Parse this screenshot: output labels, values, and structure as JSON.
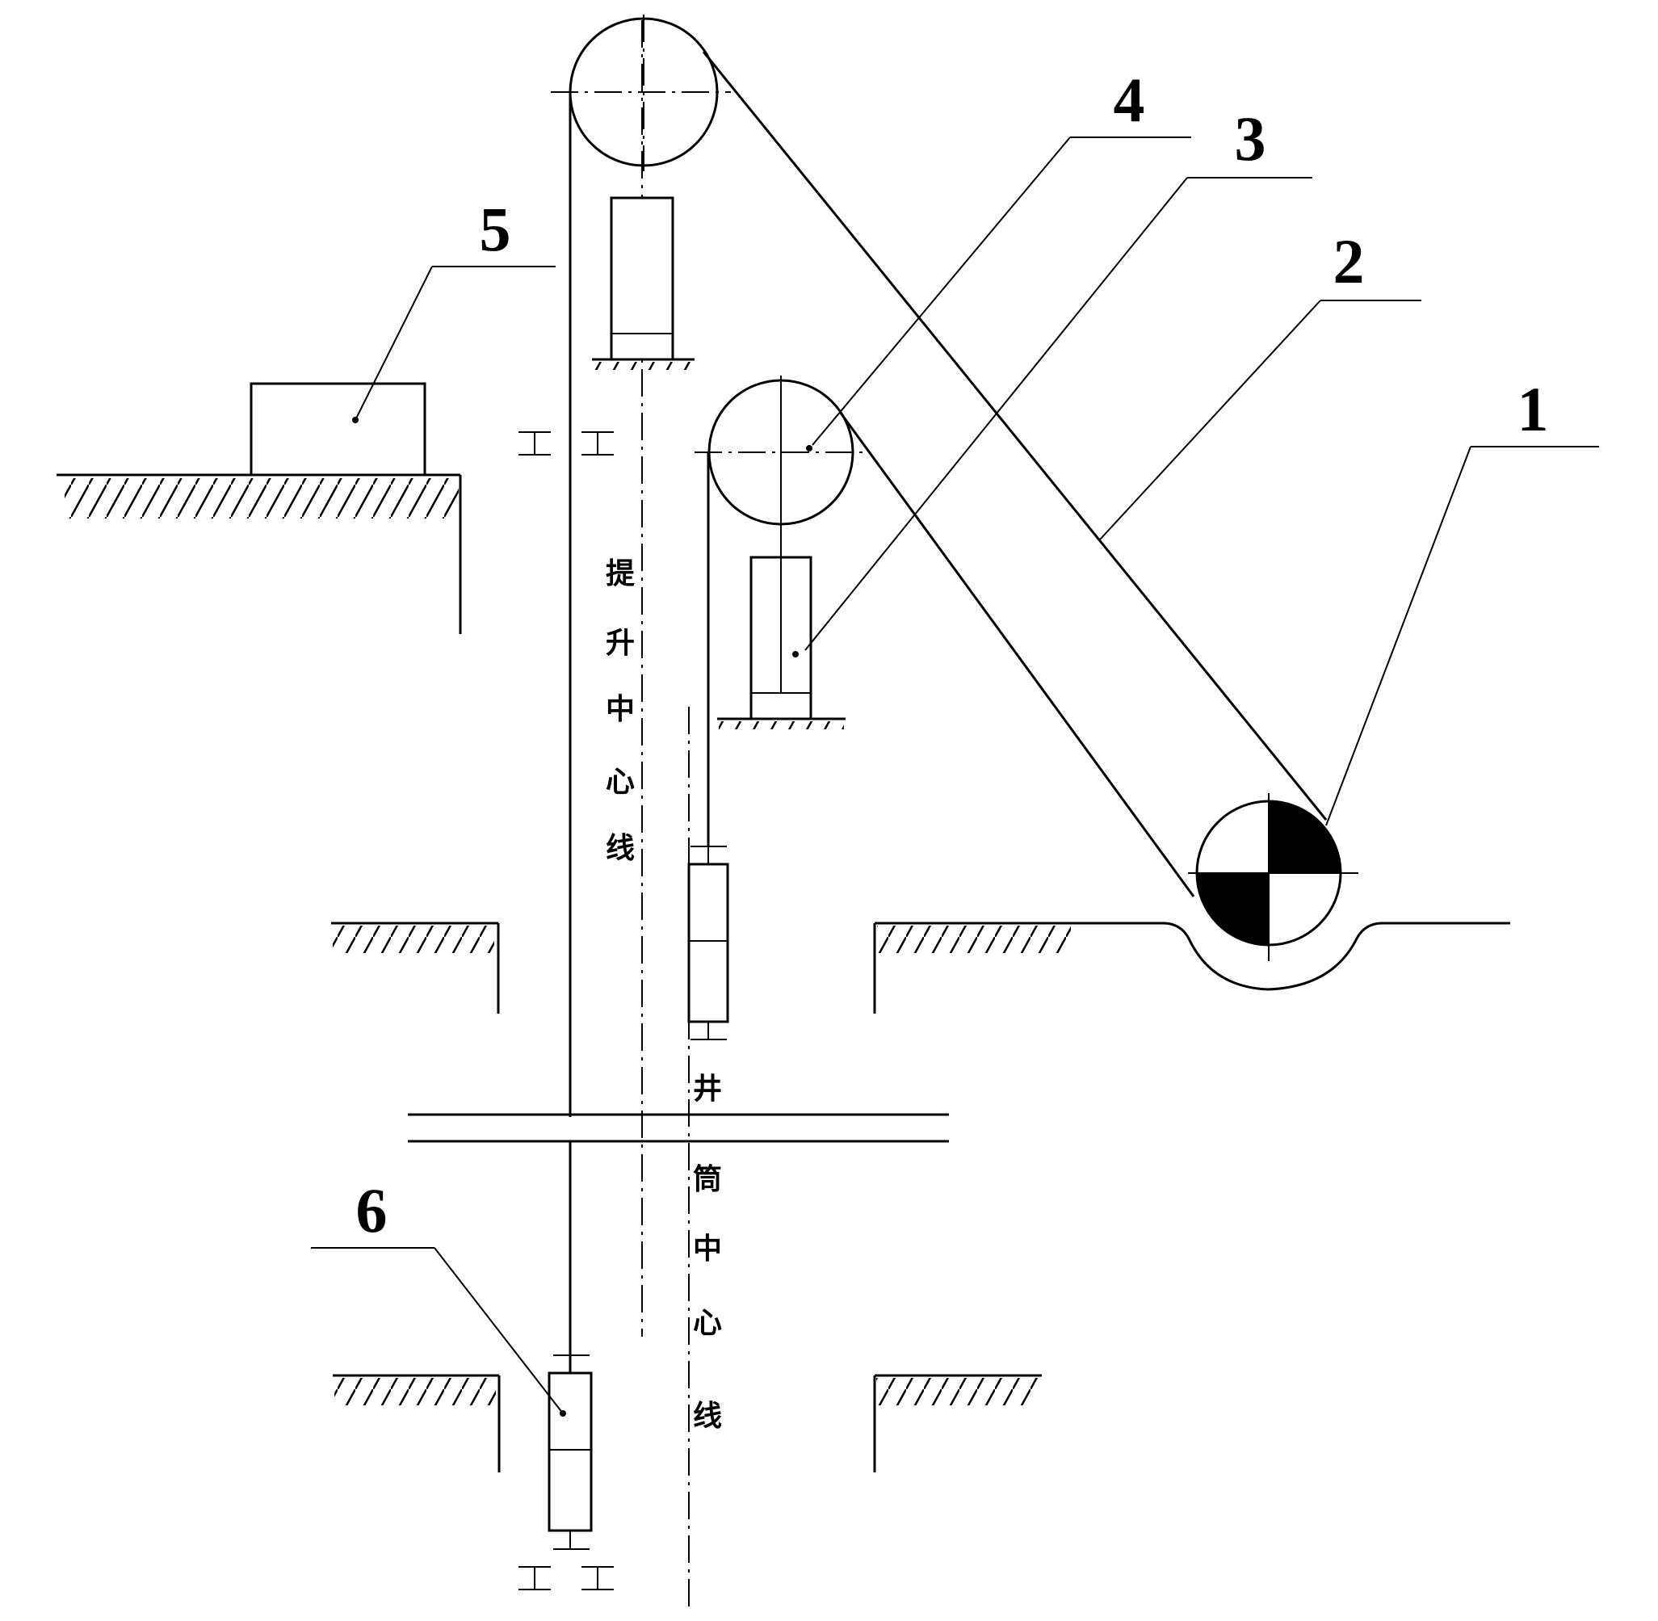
{
  "callouts": [
    "1",
    "2",
    "3",
    "4",
    "5",
    "6"
  ],
  "hoisting_centerline_label": [
    "提",
    "升",
    "中",
    "心",
    "线"
  ],
  "shaft_centerline_label": [
    "井",
    "筒",
    "中",
    "心",
    "线"
  ]
}
